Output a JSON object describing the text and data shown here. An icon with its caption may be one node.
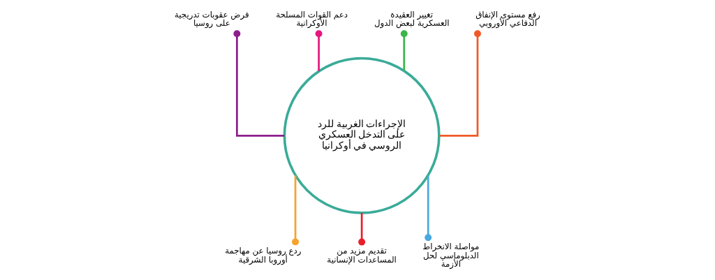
{
  "diagram": {
    "nodes": [
      {
        "text": [
          "الإجراءات الغربية للرد على التدخل العسكري الروسي في أوكرانيا"
        ]
      },
      {
        "text": [
          "فرض عقوبات تدريجية على روسيا"
        ]
      },
      {
        "text": [
          "دعم القوات المسلحة الأوكرانية"
        ]
      },
      {
        "text": [
          "تغيير العقيدة العسكرية لبعض الدول"
        ]
      },
      {
        "text": [
          "رفع مستوى الإنفاق الدفاعي الأوروبي"
        ]
      },
      {
        "text": [
          "ردع روسيا عن مهاجمة أوروبا الشرقية"
        ]
      },
      {
        "text": [
          "تقديم مزيد من المساعدات الإنسانية"
        ]
      },
      {
        "text": [
          "مواصلة الانخراط الدبلوماسي لحل الأزمة"
        ]
      }
    ],
    "edges": [
      {
        "from": 0,
        "to": 1,
        "arrow": "other",
        "color": "#8e1e8c"
      },
      {
        "from": 0,
        "to": 2,
        "arrow": "other",
        "color": "#e5177e"
      },
      {
        "from": 0,
        "to": 3,
        "arrow": "other",
        "color": "#3db54a"
      },
      {
        "from": 0,
        "to": 4,
        "arrow": "other",
        "color": "#f05a28"
      },
      {
        "from": 0,
        "to": 5,
        "arrow": "other",
        "color": "#f7a22d"
      },
      {
        "from": 0,
        "to": 6,
        "arrow": "other",
        "color": "#e8202a"
      },
      {
        "from": 0,
        "to": 7,
        "arrow": "other",
        "color": "#4aa8e0"
      }
    ]
  }
}
